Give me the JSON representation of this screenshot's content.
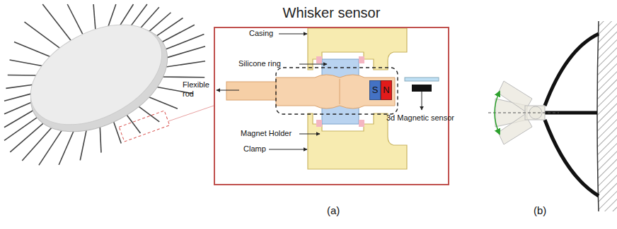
{
  "diagram": {
    "title": "Whisker sensor",
    "nodes": [
      {
        "text": [
          "Whisker sensor"
        ]
      },
      {
        "text": [
          "S"
        ],
        "in": 0
      },
      {
        "text": [
          "N"
        ],
        "in": 0
      }
    ],
    "labels": [
      "Casing",
      "Silicone ring",
      "Flexible rod",
      "Magnet Holder",
      "Clamp",
      "3d Magnetic sensor",
      "(a)",
      "(b)"
    ]
  }
}
